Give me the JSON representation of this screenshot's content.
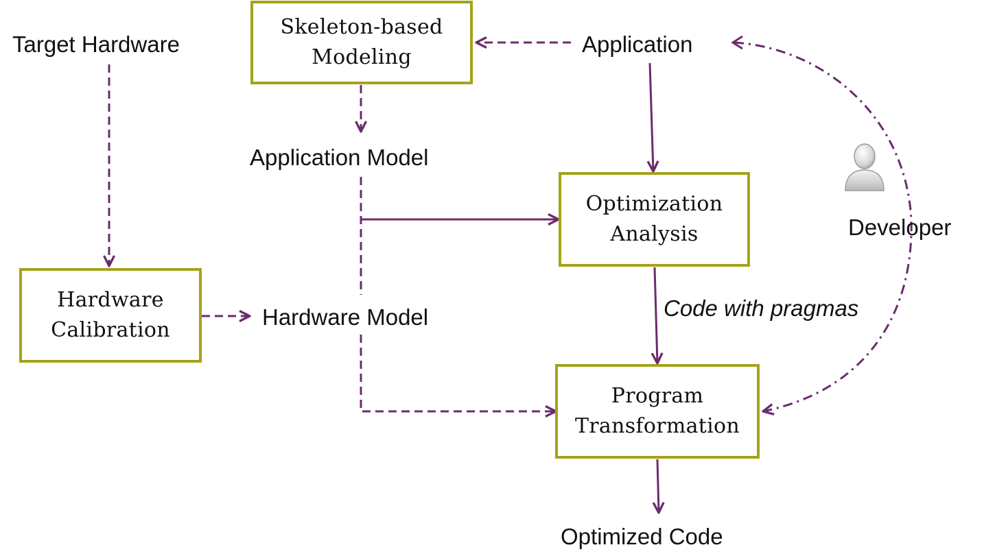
{
  "colors": {
    "arrow": "#6a2c6e",
    "box_border": "#a3a31a"
  },
  "nodes": {
    "target_hardware": "Target Hardware",
    "skeleton_modeling": "Skeleton-based\nModeling",
    "application": "Application",
    "application_model": "Application Model",
    "optimization_analysis": "Optimization\nAnalysis",
    "developer": "Developer",
    "hardware_calibration": "Hardware\nCalibration",
    "hardware_model": "Hardware Model",
    "program_transformation": "Program\nTransformation",
    "optimized_code": "Optimized Code"
  },
  "edge_labels": {
    "code_with_pragmas": "Code with pragmas"
  },
  "icons": {
    "developer": "user-icon"
  }
}
